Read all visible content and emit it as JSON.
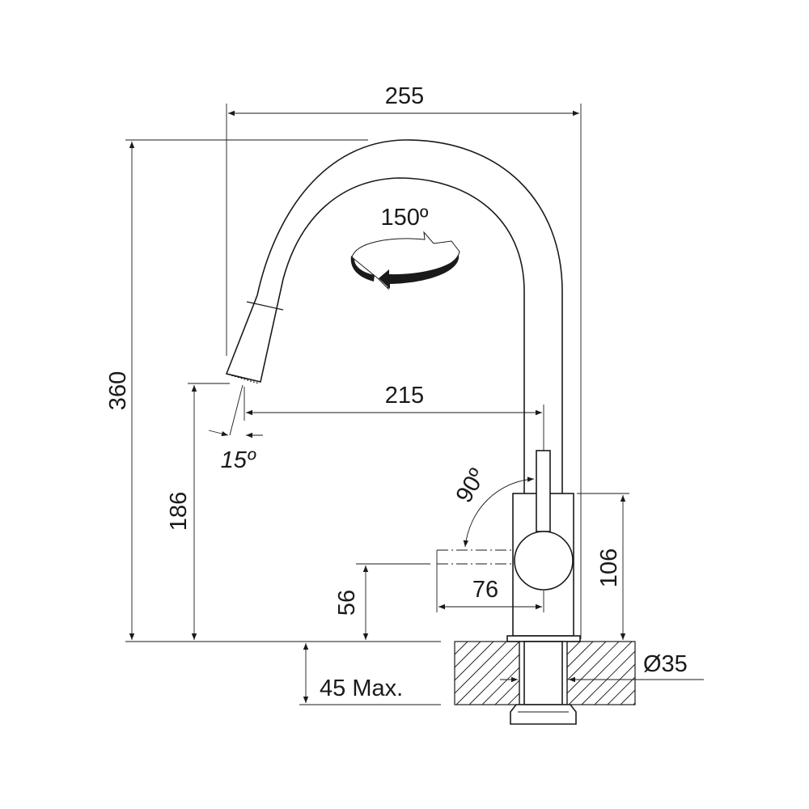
{
  "dimensions": {
    "overall_width": "255",
    "overall_height": "360",
    "spout_reach": "215",
    "spout_clearance": "186",
    "swivel_angle": "150º",
    "spray_angle": "15º",
    "lever_angle": "90º",
    "body_height": "106",
    "lever_length": "76",
    "lever_height": "56",
    "max_counter_thickness": "45 Max.",
    "hole_diameter": "Ø35"
  },
  "icons": {
    "rotation": "rotation-arrow-icon"
  }
}
